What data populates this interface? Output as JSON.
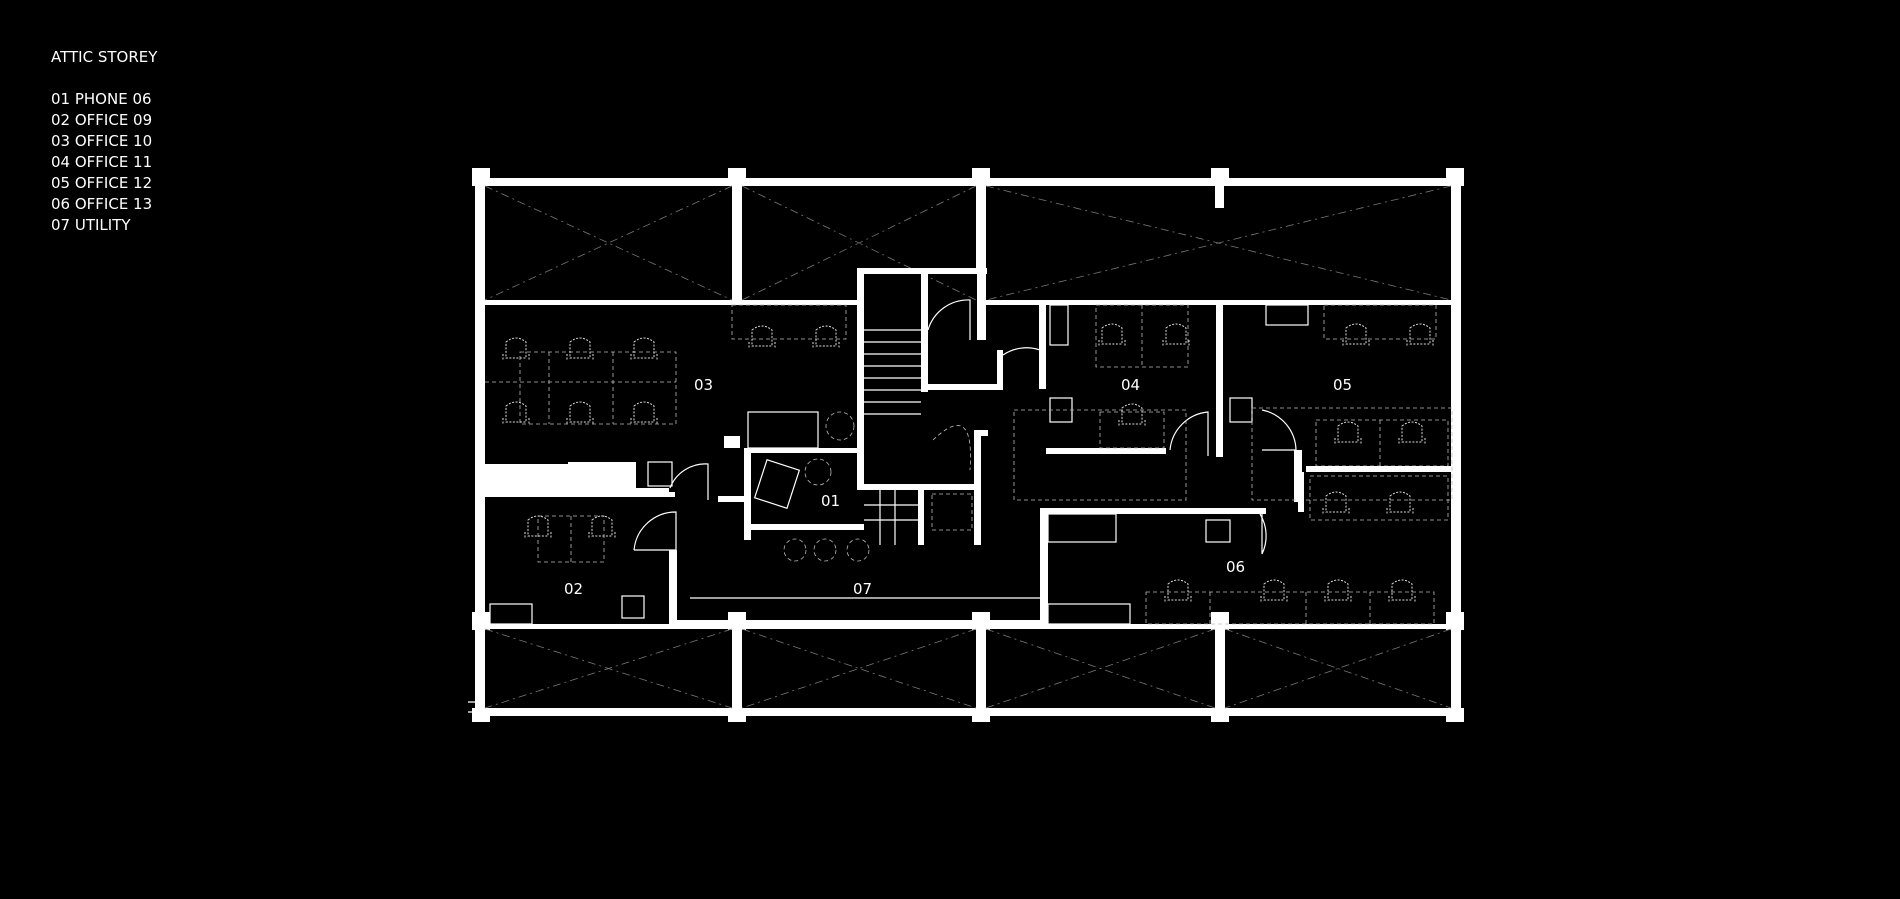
{
  "legend": {
    "title": "ATTIC STOREY",
    "items": [
      "01 PHONE 06",
      "02 OFFICE 09",
      "03 OFFICE 10",
      "04 OFFICE 11",
      "05 OFFICE 12",
      "06 OFFICE 13",
      "07 UTILITY"
    ]
  },
  "rooms": {
    "r01": "01",
    "r02": "02",
    "r03": "03",
    "r04": "04",
    "r05": "05",
    "r06": "06",
    "r07": "07"
  },
  "colors": {
    "background": "#000000",
    "lines": "#ffffff"
  }
}
